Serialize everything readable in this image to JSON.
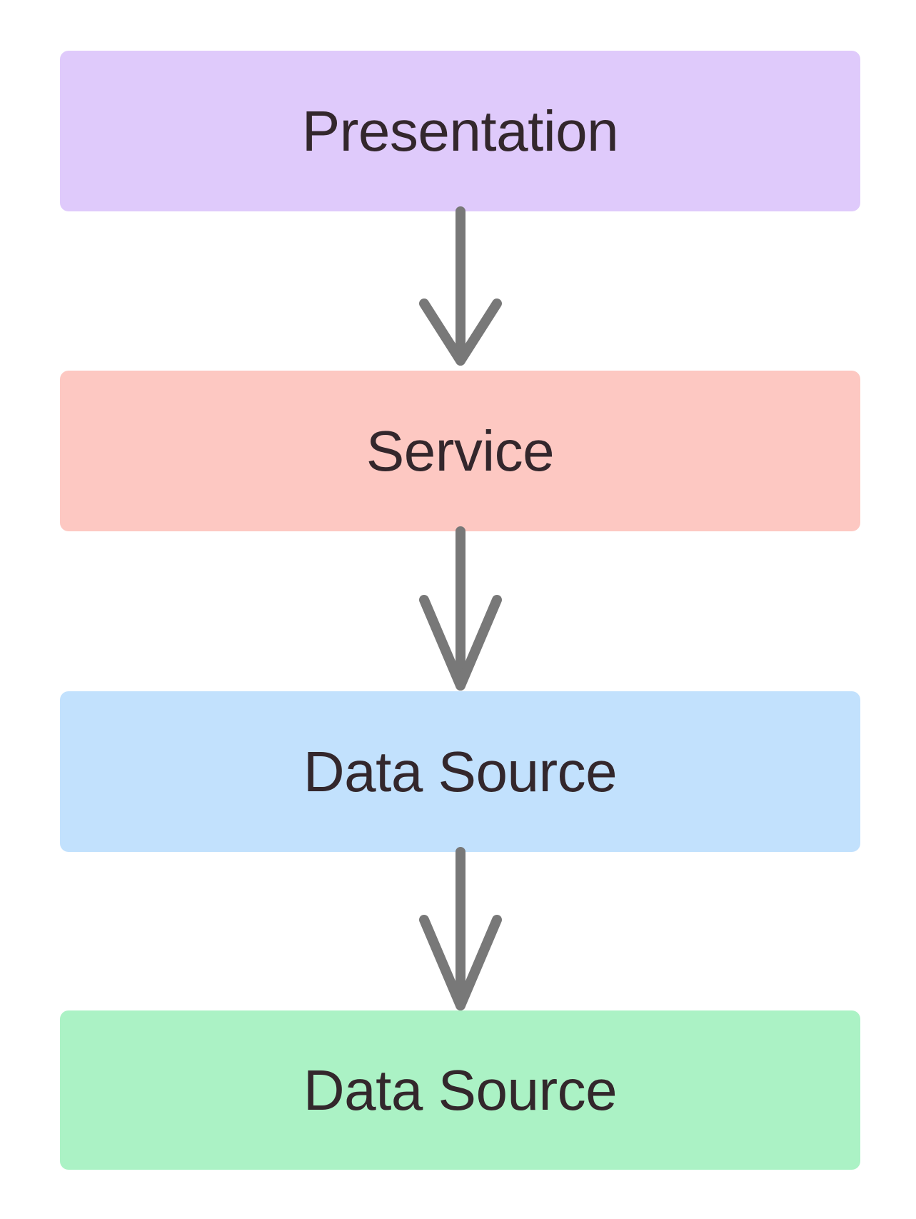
{
  "diagram": {
    "type": "flowchart",
    "orientation": "top-to-bottom",
    "background_color": "#ffffff",
    "nodes": [
      {
        "id": "presentation",
        "label": "Presentation",
        "fill_color": "#dfcafb",
        "text_color": "#33272c",
        "shape": "rounded-rectangle"
      },
      {
        "id": "service",
        "label": "Service",
        "fill_color": "#fdc8c2",
        "text_color": "#33272c",
        "shape": "rounded-rectangle"
      },
      {
        "id": "data-source-1",
        "label": "Data Source",
        "fill_color": "#c2e1fd",
        "text_color": "#33272c",
        "shape": "rounded-rectangle"
      },
      {
        "id": "data-source-2",
        "label": "Data Source",
        "fill_color": "#abf2c5",
        "text_color": "#33272c",
        "shape": "rounded-rectangle"
      }
    ],
    "edges": [
      {
        "id": "edge-1",
        "from": "presentation",
        "to": "service",
        "style": "solid-arrow",
        "color": "#787878"
      },
      {
        "id": "edge-2",
        "from": "service",
        "to": "data-source-1",
        "style": "solid-arrow",
        "color": "#787878"
      },
      {
        "id": "edge-3",
        "from": "data-source-1",
        "to": "data-source-2",
        "style": "solid-arrow",
        "color": "#787878"
      }
    ]
  }
}
